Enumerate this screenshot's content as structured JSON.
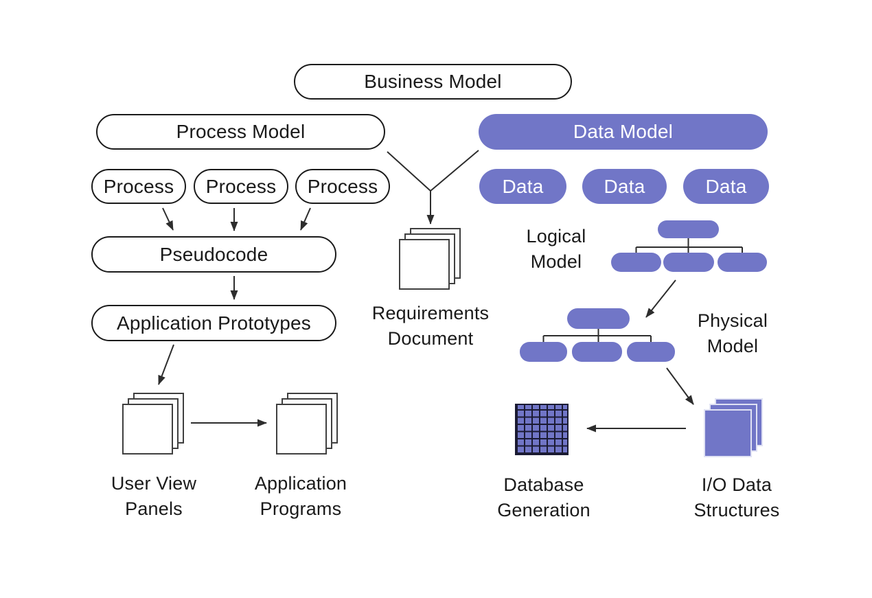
{
  "colors": {
    "purple": "#7176C7",
    "purple_light_outline": "#E0E2F4",
    "ink": "#1A1A1A",
    "line": "#2D2D2D",
    "doc_border": "#3F3F3F",
    "grid_line": "#1B1B33",
    "background": "#FFFFFF",
    "white_text": "#FFFFFF"
  },
  "pills": {
    "business_model": "Business Model",
    "process_model": "Process Model",
    "data_model": "Data Model",
    "process_items": [
      "Process",
      "Process",
      "Process"
    ],
    "data_items": [
      "Data",
      "Data",
      "Data"
    ],
    "pseudocode": "Pseudocode",
    "application_prototypes": "Application Prototypes"
  },
  "labels": {
    "requirements_document": "Requirements\nDocument",
    "logical_model": "Logical\nModel",
    "physical_model": "Physical\nModel",
    "user_view_panels": "User View\nPanels",
    "application_programs": "Application\nPrograms",
    "database_generation": "Database\nGeneration",
    "io_data_structures": "I/O Data\nStructures"
  },
  "icons": {
    "requirements_document": "document-stack-icon",
    "user_view_panels": "document-stack-icon",
    "application_programs": "document-stack-icon",
    "io_data_structures": "purple-document-stack-icon",
    "database_generation": "database-grid-icon",
    "logical_model": "tree-hierarchy-icon",
    "physical_model": "tree-hierarchy-icon"
  }
}
